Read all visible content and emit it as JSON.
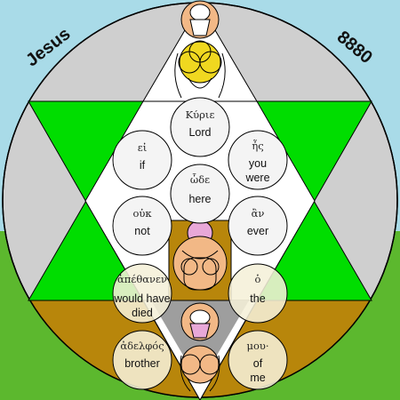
{
  "labels": {
    "left": "Jesus",
    "right": "8880"
  },
  "words": [
    {
      "greek": "Κύριε",
      "english": [
        "Lord"
      ]
    },
    {
      "greek": "εἰ",
      "english": [
        "if"
      ]
    },
    {
      "greek": "ἦς",
      "english": [
        "you",
        "were"
      ]
    },
    {
      "greek": "ὧδε",
      "english": [
        "here"
      ]
    },
    {
      "greek": "οὐκ",
      "english": [
        "not"
      ]
    },
    {
      "greek": "ἂν",
      "english": [
        "ever"
      ]
    },
    {
      "greek": "ἀπέθανεν",
      "english": [
        "would have",
        "died"
      ]
    },
    {
      "greek": "ὁ",
      "english": [
        "the"
      ]
    },
    {
      "greek": "ἀδελφός",
      "english": [
        "brother"
      ]
    },
    {
      "greek": "μου·",
      "english": [
        "of",
        "me"
      ]
    }
  ],
  "colors": {
    "sky": "#a9dbe8",
    "grass": "#5cb82e",
    "earth": "#b8860b",
    "disk": "#cfcfcf",
    "star": "#00dd00",
    "circle_fill": "#f4f4f4",
    "circle_fill_lower": "#f5f0d8",
    "figure_skin": "#f2b886",
    "figure_gold": "#f0d820",
    "figure_pink": "#e8a8d8"
  }
}
